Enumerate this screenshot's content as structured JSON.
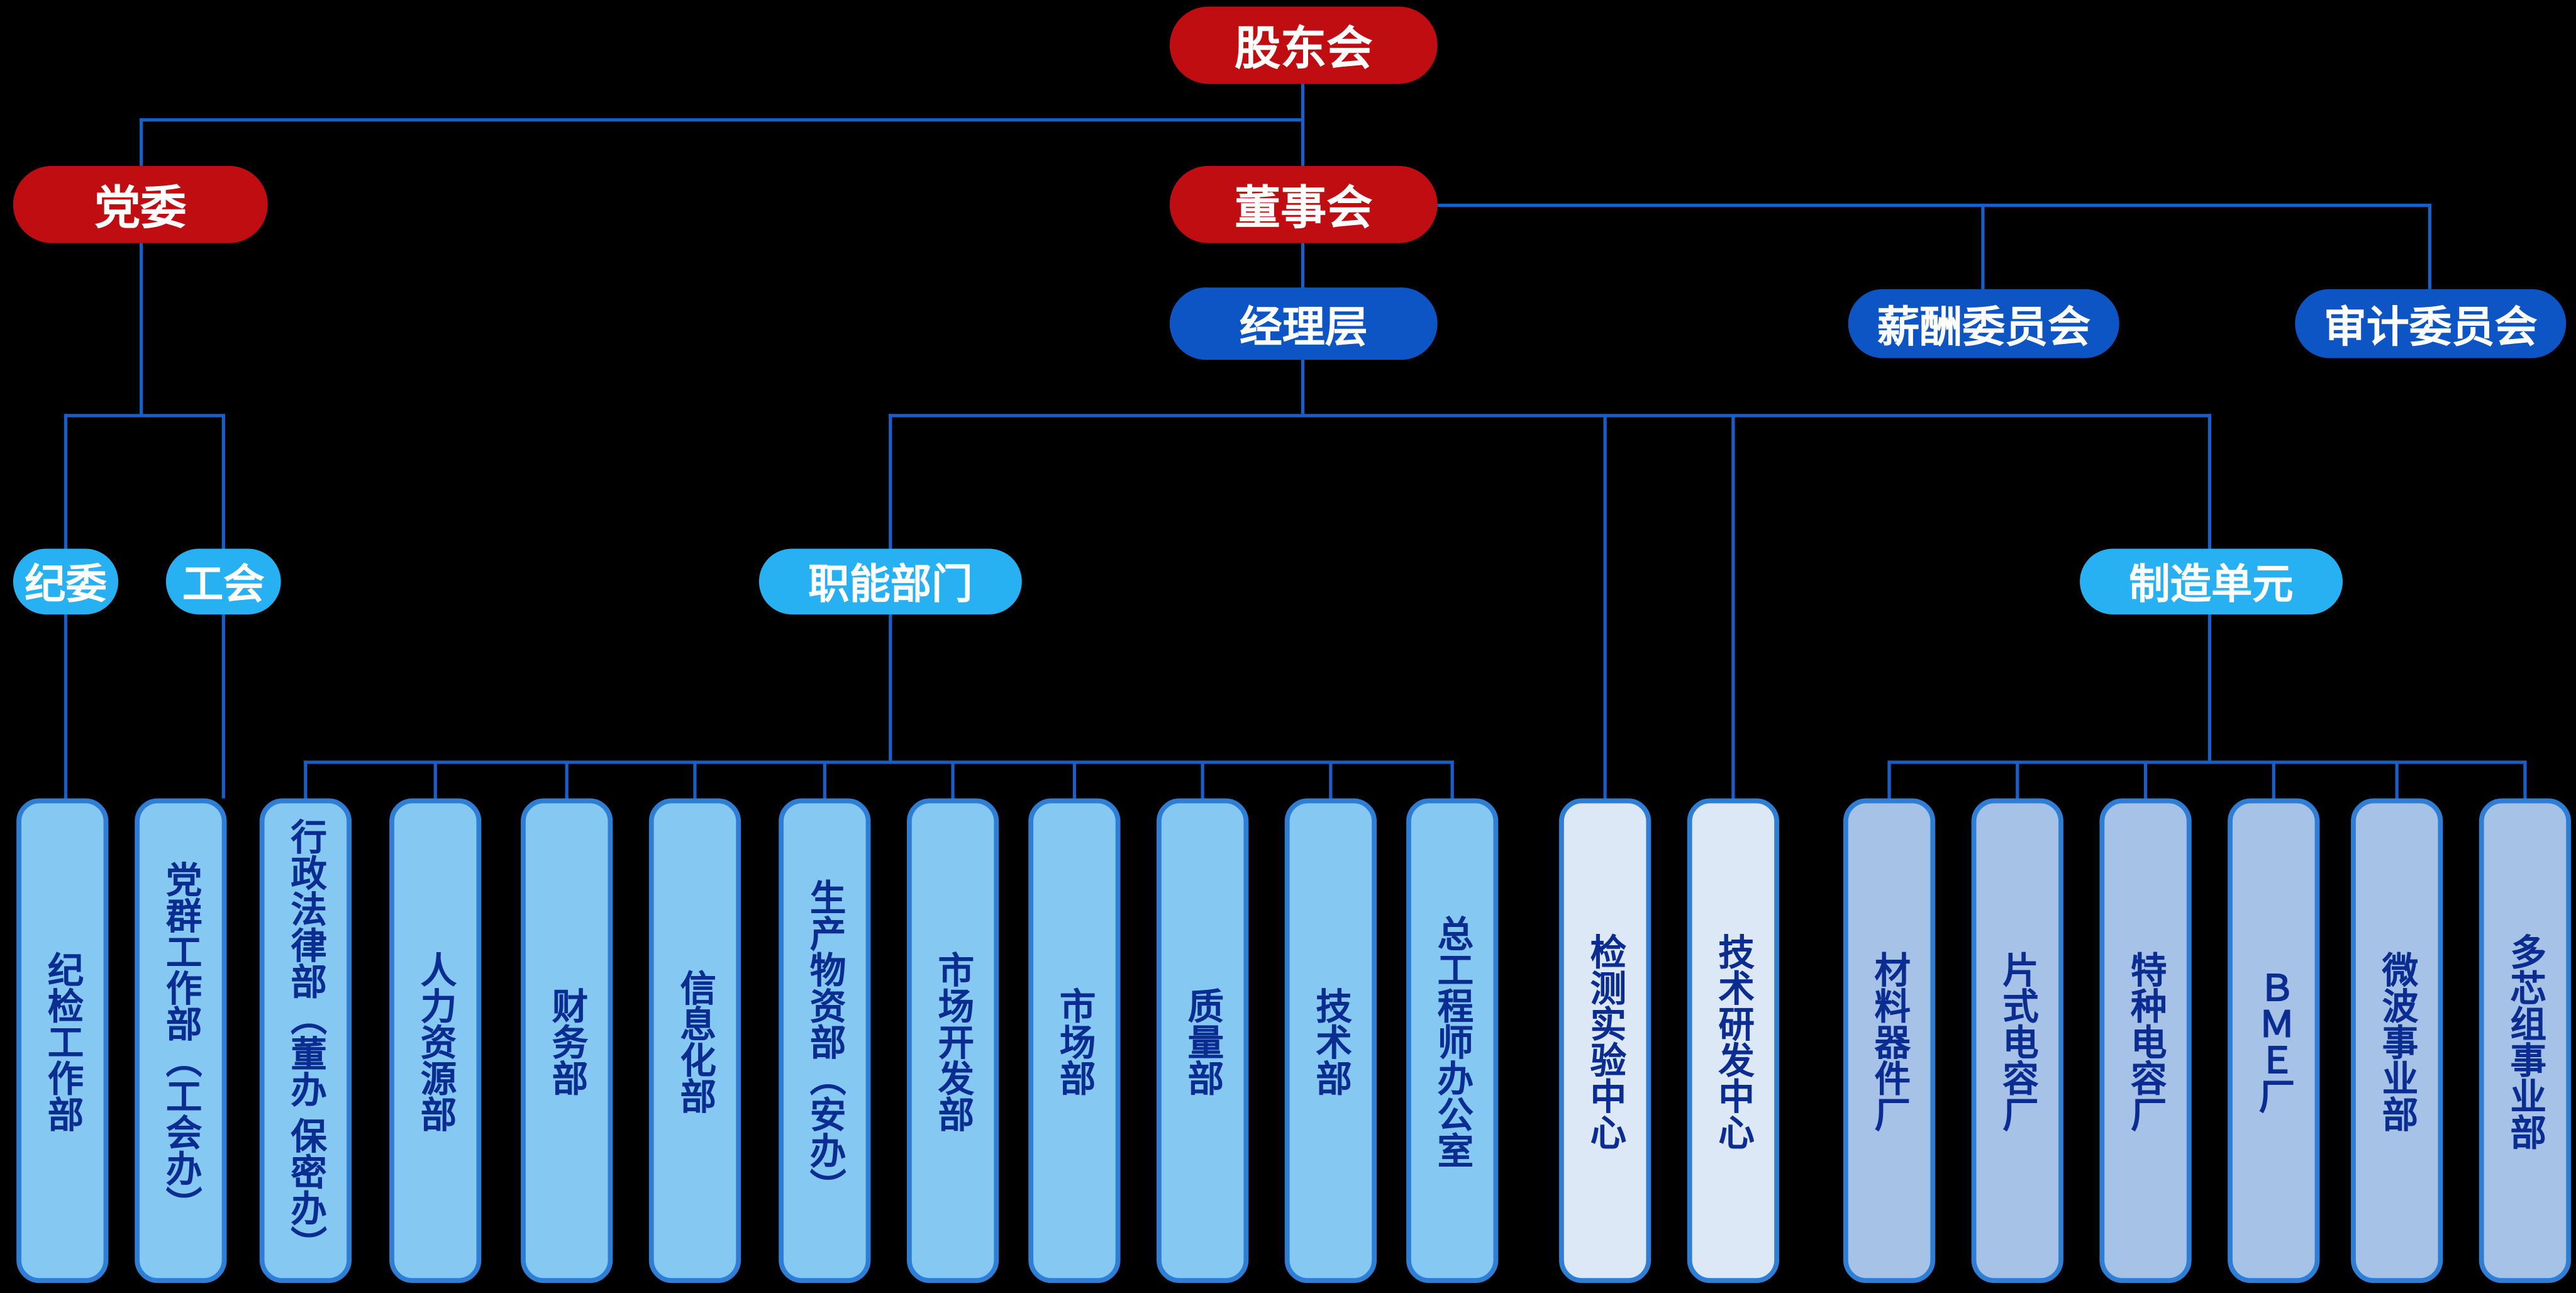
{
  "colors": {
    "background": "#000000",
    "red_node": "#c00d11",
    "blue_node": "#0d55c5",
    "cyan_node": "#27b0f2",
    "line": "#1a5fc8",
    "box_border": "#2e7ed6",
    "box_fill_main": "#85c8f2",
    "box_fill_light": "#dde8f7",
    "box_fill_muted": "#a6c2e6",
    "box_text": "#0b2d91"
  },
  "nodes": {
    "shareholders": {
      "label": "股东会",
      "parent": null
    },
    "party": {
      "label": "党委",
      "parent": "股东会"
    },
    "board": {
      "label": "董事会",
      "parent": "股东会"
    },
    "management": {
      "label": "经理层",
      "parent": "董事会"
    },
    "compensation": {
      "label": "薪酬委员会",
      "parent": "董事会"
    },
    "audit": {
      "label": "审计委员会",
      "parent": "董事会"
    },
    "discipline": {
      "label": "纪委",
      "parent": "党委"
    },
    "union": {
      "label": "工会",
      "parent": "党委"
    },
    "functional": {
      "label": "职能部门",
      "parent": "经理层"
    },
    "manufacturing": {
      "label": "制造单元",
      "parent": "经理层"
    }
  },
  "departments": [
    {
      "label": "纪检工作部",
      "parent": "纪委",
      "style": "main"
    },
    {
      "label": "党群工作部（工会办）",
      "parent": "工会",
      "style": "main"
    },
    {
      "label": "行政法律部（董办 保密办）",
      "parent": "职能部门",
      "style": "main"
    },
    {
      "label": "人力资源部",
      "parent": "职能部门",
      "style": "main"
    },
    {
      "label": "财务部",
      "parent": "职能部门",
      "style": "main"
    },
    {
      "label": "信息化部",
      "parent": "职能部门",
      "style": "main"
    },
    {
      "label": "生产物资部（安办）",
      "parent": "职能部门",
      "style": "main"
    },
    {
      "label": "市场开发部",
      "parent": "职能部门",
      "style": "main"
    },
    {
      "label": "市场部",
      "parent": "职能部门",
      "style": "main"
    },
    {
      "label": "质量部",
      "parent": "职能部门",
      "style": "main"
    },
    {
      "label": "技术部",
      "parent": "职能部门",
      "style": "main"
    },
    {
      "label": "总工程师办公室",
      "parent": "职能部门",
      "style": "main"
    },
    {
      "label": "检测实验中心",
      "parent": "经理层",
      "style": "light"
    },
    {
      "label": "技术研发中心",
      "parent": "经理层",
      "style": "light"
    },
    {
      "label": "材料器件厂",
      "parent": "制造单元",
      "style": "muted"
    },
    {
      "label": "片式电容厂",
      "parent": "制造单元",
      "style": "muted"
    },
    {
      "label": "特种电容厂",
      "parent": "制造单元",
      "style": "muted"
    },
    {
      "label": "ＢＭＥ厂",
      "parent": "制造单元",
      "style": "muted"
    },
    {
      "label": "微波事业部",
      "parent": "制造单元",
      "style": "muted"
    },
    {
      "label": "多芯组事业部",
      "parent": "制造单元",
      "style": "muted"
    }
  ]
}
